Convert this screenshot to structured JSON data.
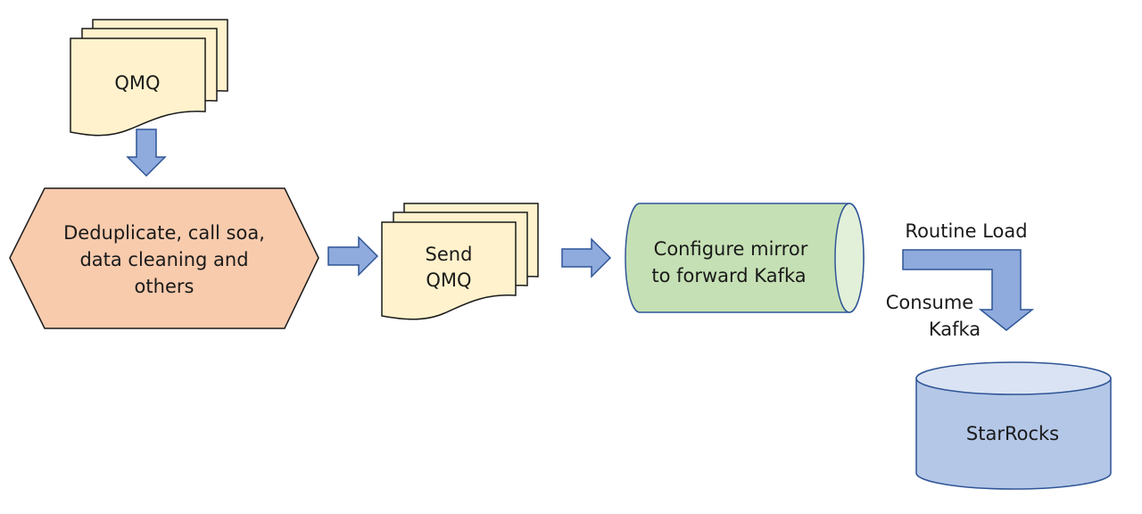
{
  "diagram": {
    "colors": {
      "document_fill": "#fff2cc",
      "hexagon_fill": "#f8cbad",
      "pipe_fill": "#c5e0b4",
      "pipe_end_fill": "#e2f0d9",
      "db_fill": "#b4c7e7",
      "db_top_fill": "#dae3f3",
      "arrow_fill": "#8faadc",
      "outline": "#1a1a1a",
      "blue_outline": "#2f5597"
    },
    "nodes": {
      "qmq": {
        "label": "QMQ"
      },
      "process": {
        "lines": [
          "Deduplicate, call soa,",
          "data cleaning and",
          "others"
        ]
      },
      "send": {
        "lines": [
          "Send",
          "QMQ"
        ]
      },
      "mirror": {
        "lines": [
          "Configure mirror",
          "to forward Kafka"
        ]
      },
      "starrocks": {
        "label": "StarRocks"
      }
    },
    "edges": {
      "routine_load": {
        "label": "Routine Load"
      },
      "consume": {
        "lines": [
          "Consume",
          "Kafka"
        ]
      }
    }
  }
}
